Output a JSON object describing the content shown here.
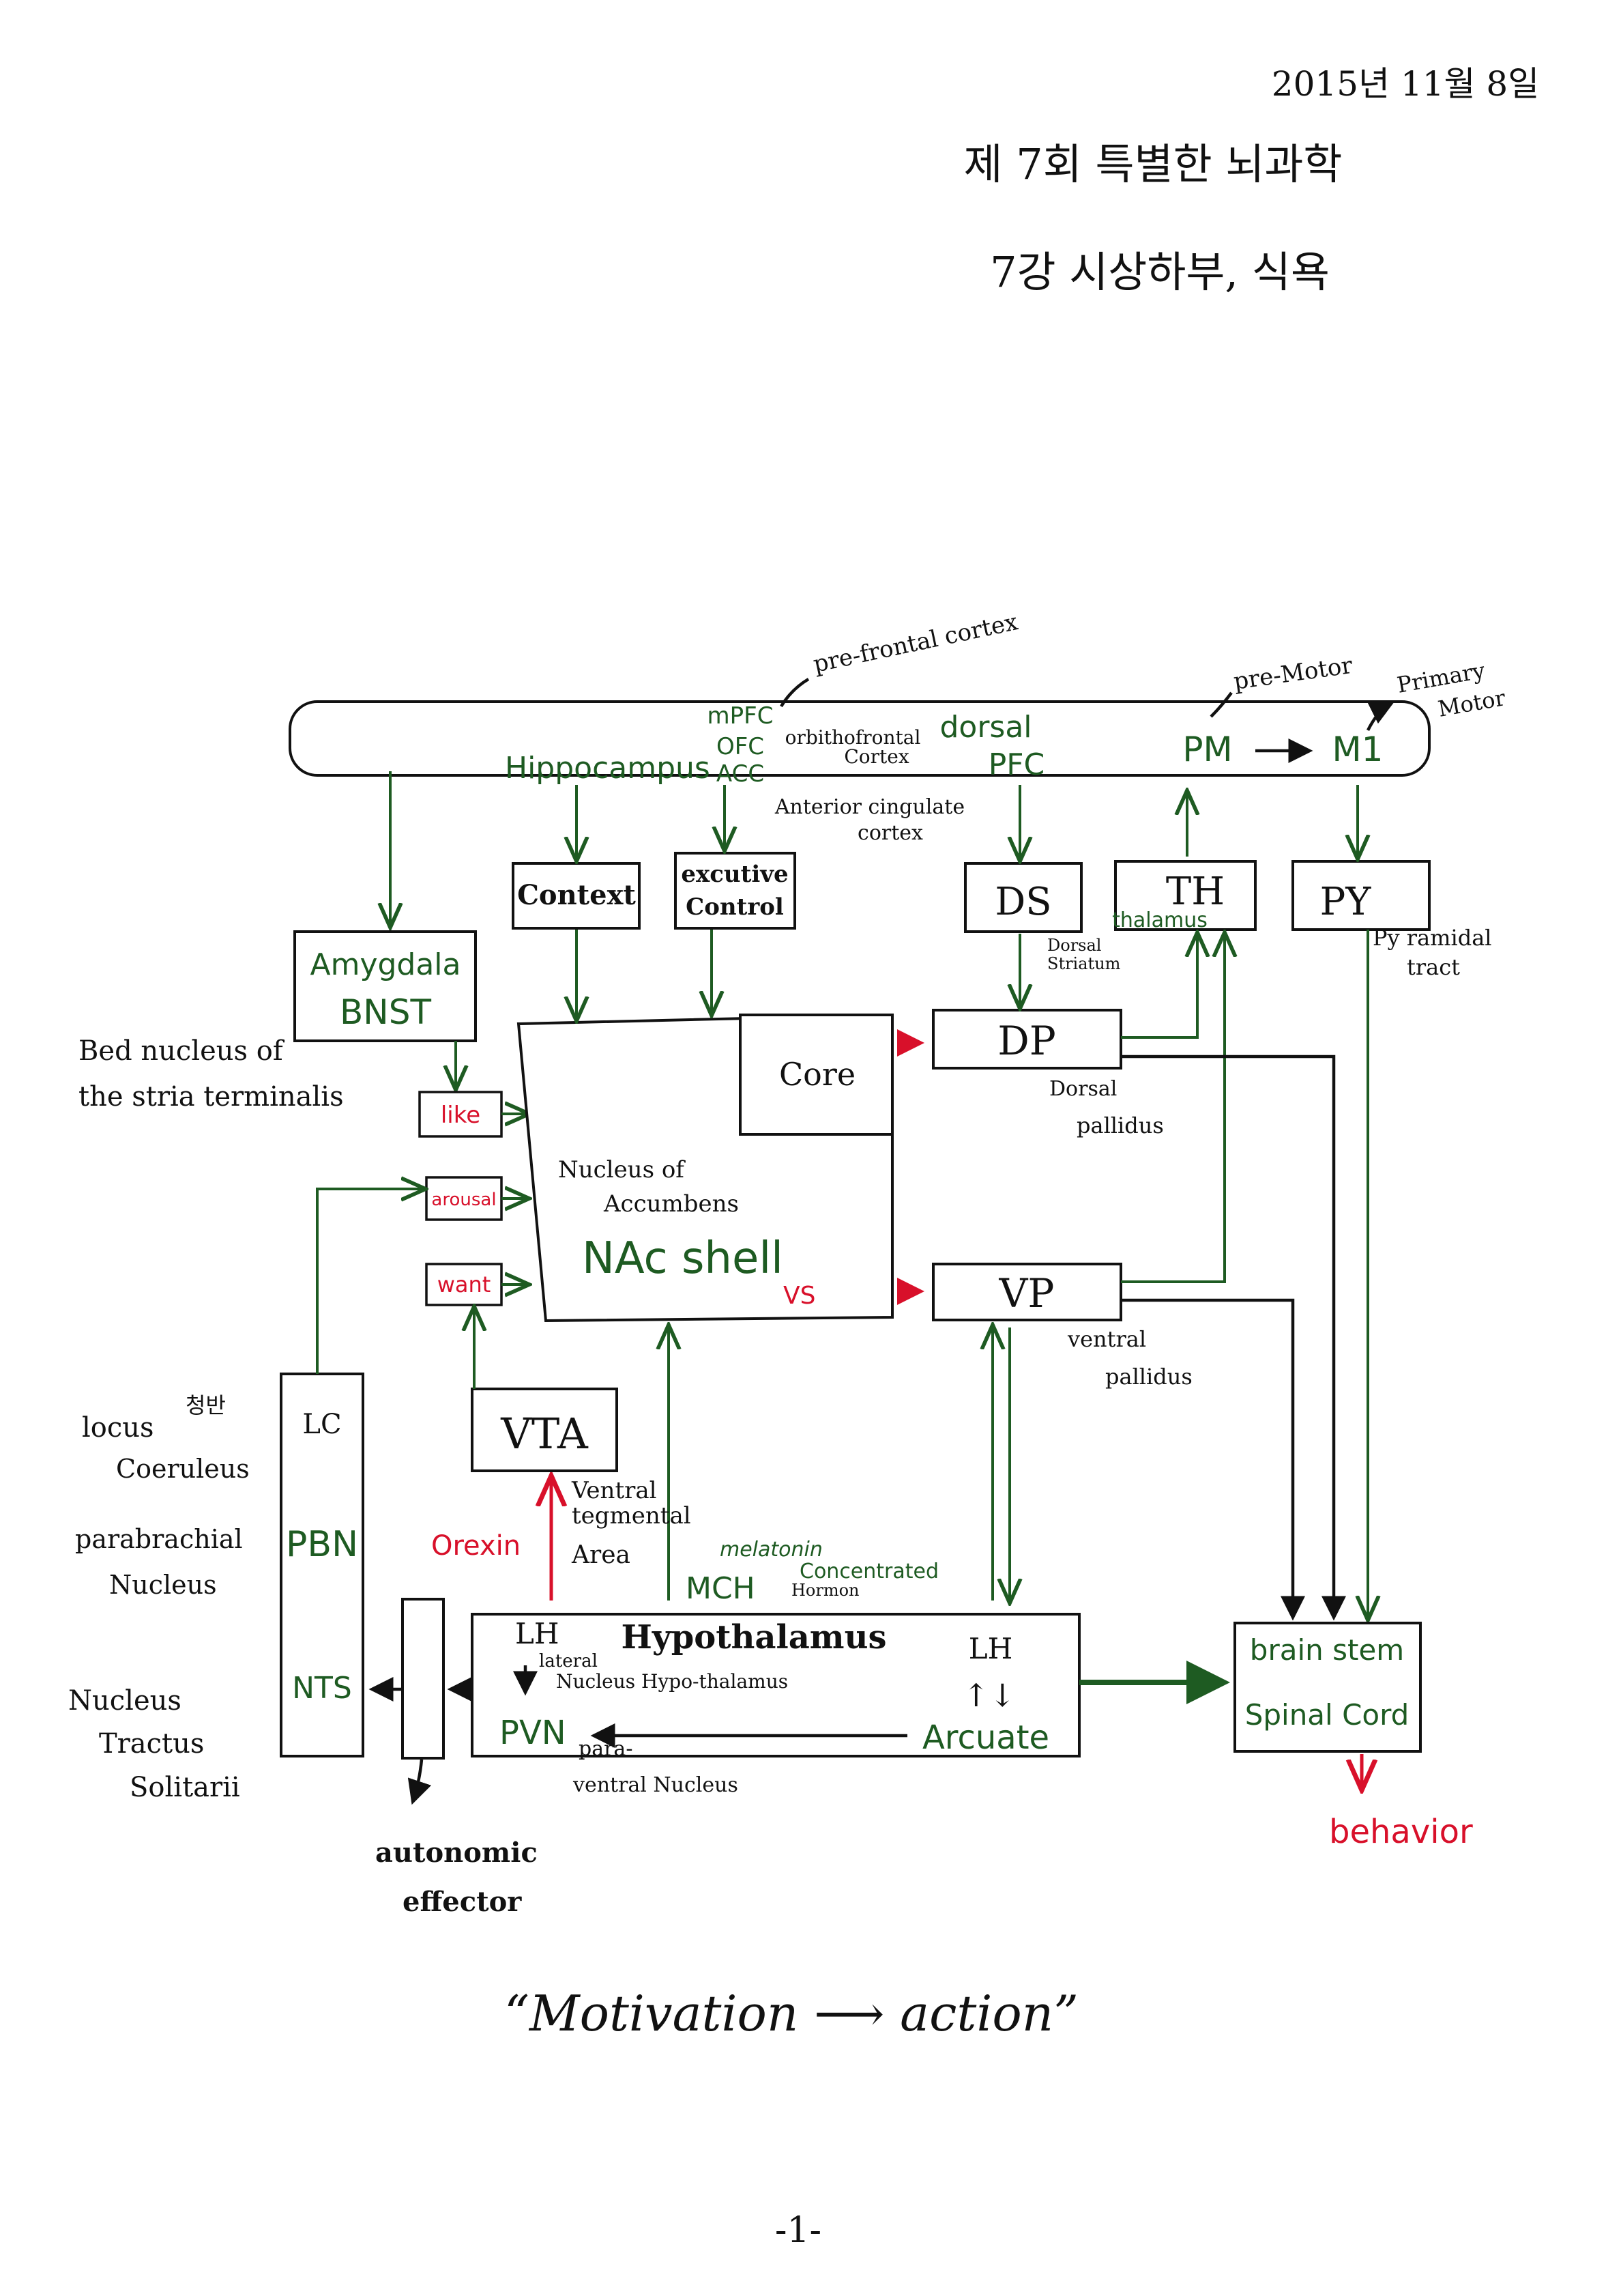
{
  "header": {
    "date": "2015년 11월 8일",
    "series": "제 7회 특별한 뇌과학",
    "lecture": "7강 시상하부, 식욕"
  },
  "cortex": {
    "prefrontal_note": "pre-frontal cortex",
    "mpfc": "mPFC",
    "ofc": "OFC",
    "acc": "ACC",
    "orbitofrontal_note": "orbithofrontal Cortex",
    "acc_note": "Anterior cingulate cortex",
    "hippocampus": "Hippocampus",
    "dorsal_pfc_1": "dorsal",
    "dorsal_pfc_2": "PFC",
    "pm": "PM",
    "m1": "M1",
    "premotor_note": "pre-Motor",
    "primary_motor_note_1": "Primary",
    "primary_motor_note_2": "Motor"
  },
  "boxes": {
    "context": "Context",
    "exec_1": "excutive",
    "exec_2": "Control",
    "ds": "DS",
    "ds_note_1": "Dorsal",
    "ds_note_2": "Striatum",
    "th": "TH",
    "th_note": "thalamus",
    "py": "PY",
    "py_note_1": "Py ramidal",
    "py_note_2": "tract",
    "amygdala": "Amygdala",
    "bnst": "BNST",
    "bnst_note_1": "Bed nucleus of",
    "bnst_note_2": "the stria terminalis",
    "like": "like",
    "arousal": "arousal",
    "want": "want",
    "core": "Core",
    "nac_note_1": "Nucleus of",
    "nac_note_2": "Accumbens",
    "nac_shell": "NAc shell",
    "vs": "VS",
    "dp": "DP",
    "dp_note_1": "Dorsal",
    "dp_note_2": "pallidus",
    "vp": "VP",
    "vp_note_1": "ventral",
    "vp_note_2": "pallidus",
    "vta": "VTA",
    "vta_note_1": "Ventral",
    "vta_note_2": "tegmental",
    "vta_note_3": "Area",
    "orexin": "Orexin",
    "mch": "MCH",
    "mch_note_1": "melatonin",
    "mch_note_2": "Concentrated",
    "mch_note_3": "Hormon",
    "lc": "LC",
    "pbn": "PBN",
    "nts": "NTS",
    "lc_note_1": "locus",
    "lc_note_2": "Coeruleus",
    "lc_note_ko": "청반",
    "pbn_note_1": "parabrachial",
    "pbn_note_2": "Nucleus",
    "nts_note_1": "Nucleus",
    "nts_note_2": "Tractus",
    "nts_note_3": "Solitarii",
    "hypothalamus": "Hypothalamus",
    "lh_left": "LH",
    "lh_note_1": "lateral",
    "lh_note_2": "Nucleus Hypo-thalamus",
    "pvn": "PVN",
    "pvn_note_1": "para-",
    "pvn_note_2": "ventral Nucleus",
    "lh_right": "LH",
    "arcuate": "Arcuate",
    "brainstem": "brain stem",
    "spinal": "Spinal Cord",
    "behavior": "behavior",
    "autonomic_1": "autonomic",
    "autonomic_2": "effector"
  },
  "footer": {
    "motto": "“Motivation ⟶ action”",
    "page": "-1-"
  }
}
